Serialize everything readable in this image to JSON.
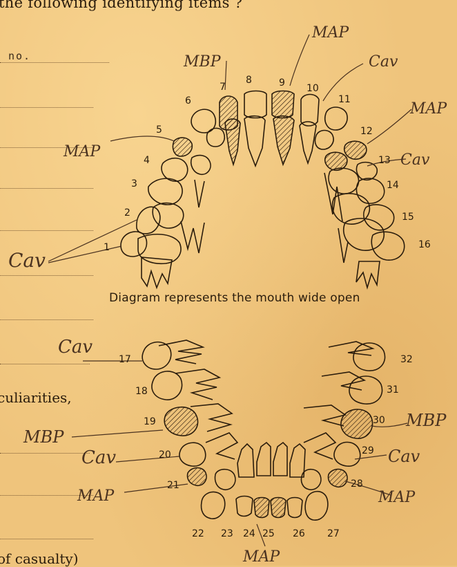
{
  "header_text": "the following identifying items ?",
  "typed_entry": "no.",
  "peculiarities_fragment": "culiarities,",
  "casualty_fragment": "of casualty)",
  "diagram_caption": "Diagram represents the mouth wide open",
  "upper_numbers": [
    "1",
    "2",
    "3",
    "4",
    "5",
    "6",
    "7",
    "8",
    "9",
    "10",
    "11",
    "12",
    "13",
    "14",
    "15",
    "16"
  ],
  "lower_numbers": [
    "17",
    "18",
    "19",
    "20",
    "21",
    "22",
    "23",
    "24",
    "25",
    "26",
    "27",
    "28",
    "29",
    "30",
    "31",
    "32"
  ],
  "handwritten": {
    "mbp_upper": "MBP",
    "map_9": "MAP",
    "cav_10": "Cav",
    "map_12": "MAP",
    "map_5": "MAP",
    "cav_13": "Cav",
    "cav_1": "Cav",
    "cav_17": "Cav",
    "mbp_19": "MBP",
    "cav_20": "Cav",
    "map_21": "MAP",
    "mbp_30": "MBP",
    "cav_29": "Cav",
    "map_28": "MAP",
    "map_24": "MAP"
  }
}
